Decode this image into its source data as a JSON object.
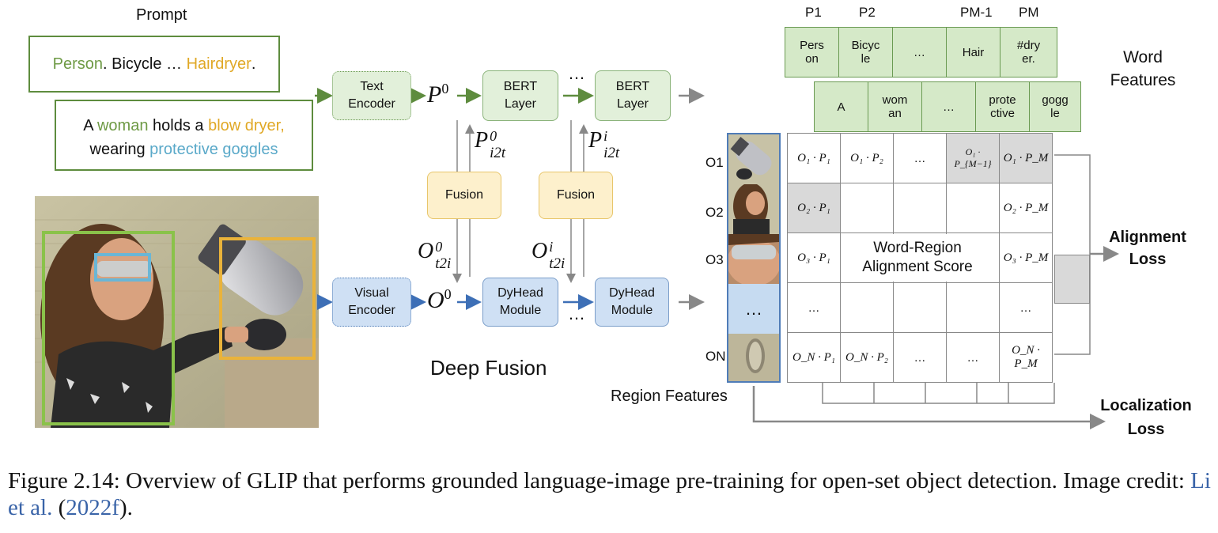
{
  "prompt": {
    "heading": "Prompt",
    "text1": {
      "green": "Person",
      "mid": ". Bicycle … ",
      "yellow": "Hairdryer",
      "end": "."
    },
    "text2": {
      "a": "A ",
      "green": "woman",
      "b": " holds a ",
      "yellow": "blow dryer,",
      "c": "wearing ",
      "cyan": "protective goggles"
    }
  },
  "encoders": {
    "text": "Text Encoder",
    "visual": "Visual Encoder"
  },
  "math": {
    "p0_base": "P",
    "p0_sup": "0",
    "o0_base": "O",
    "o0_sup": "0",
    "pi2t0_base": "P",
    "pi2t0_sup": "0",
    "pi2t0_sub": "i2t",
    "pi2ti_base": "P",
    "pi2ti_sup": "i",
    "pi2ti_sub": "i2t",
    "ot2i0_base": "O",
    "ot2i0_sup": "0",
    "ot2i0_sub": "t2i",
    "ot2ii_base": "O",
    "ot2ii_sup": "i",
    "ot2ii_sub": "t2i"
  },
  "modules": {
    "bert1": "BERT Layer",
    "bert2": "BERT Layer",
    "fusion1": "Fusion",
    "fusion2": "Fusion",
    "dyhead1": "DyHead Module",
    "dyhead2": "DyHead Module",
    "ellipsis_top": "…",
    "ellipsis_bottom": "…"
  },
  "deep_fusion_label": "Deep Fusion",
  "word_features": {
    "p_labels": [
      "P1",
      "P2",
      "PM-1",
      "PM"
    ],
    "row1": [
      "Pers on",
      "Bicyc le",
      "…",
      "Hair",
      "#dry er."
    ],
    "row2": [
      "A",
      "wom an",
      "…",
      "prote ctive",
      "gogg le"
    ],
    "label_line1": "Word",
    "label_line2": "Features"
  },
  "region": {
    "row_labels": [
      "O1",
      "O2",
      "O3",
      "",
      "ON"
    ],
    "ellipsis": "…",
    "label": "Region Features"
  },
  "matrix": {
    "rows": [
      [
        "O₁ · P₁",
        "O₁ · P₂",
        "…",
        "O₁ · P_{M−1}",
        "O₁ · P_M"
      ],
      [
        "O₂ · P₁",
        "",
        "",
        "",
        "O₂ · P_M"
      ],
      [
        "O₃ · P₁",
        "",
        "",
        "",
        "O₃ · P_M"
      ],
      [
        "…",
        "",
        "",
        "",
        "…"
      ],
      [
        "O_N · P₁",
        "O_N · P₂",
        "…",
        "…",
        "O_N · P_M"
      ]
    ],
    "center_line1": "Word-Region",
    "center_line2": "Alignment Score"
  },
  "losses": {
    "alignment_line1": "Alignment",
    "alignment_line2": "Loss",
    "localization_line1": "Localization",
    "localization_line2": "Loss"
  },
  "caption": {
    "text": "Figure 2.14: Overview of GLIP that performs grounded language-image pre-training for open-set object detection. Image credit: ",
    "cite_name": "Li et al.",
    "cite_open": " (",
    "cite_year": "2022f",
    "cite_close": ")."
  },
  "colors": {
    "green_text": "#6e9a45",
    "yellow_text": "#e0a825",
    "cyan_text": "#5aa9c9",
    "gray_cell": "#d9d9d9",
    "green_arrow": "#5e8c3e",
    "blue_arrow": "#3d6fb6"
  }
}
